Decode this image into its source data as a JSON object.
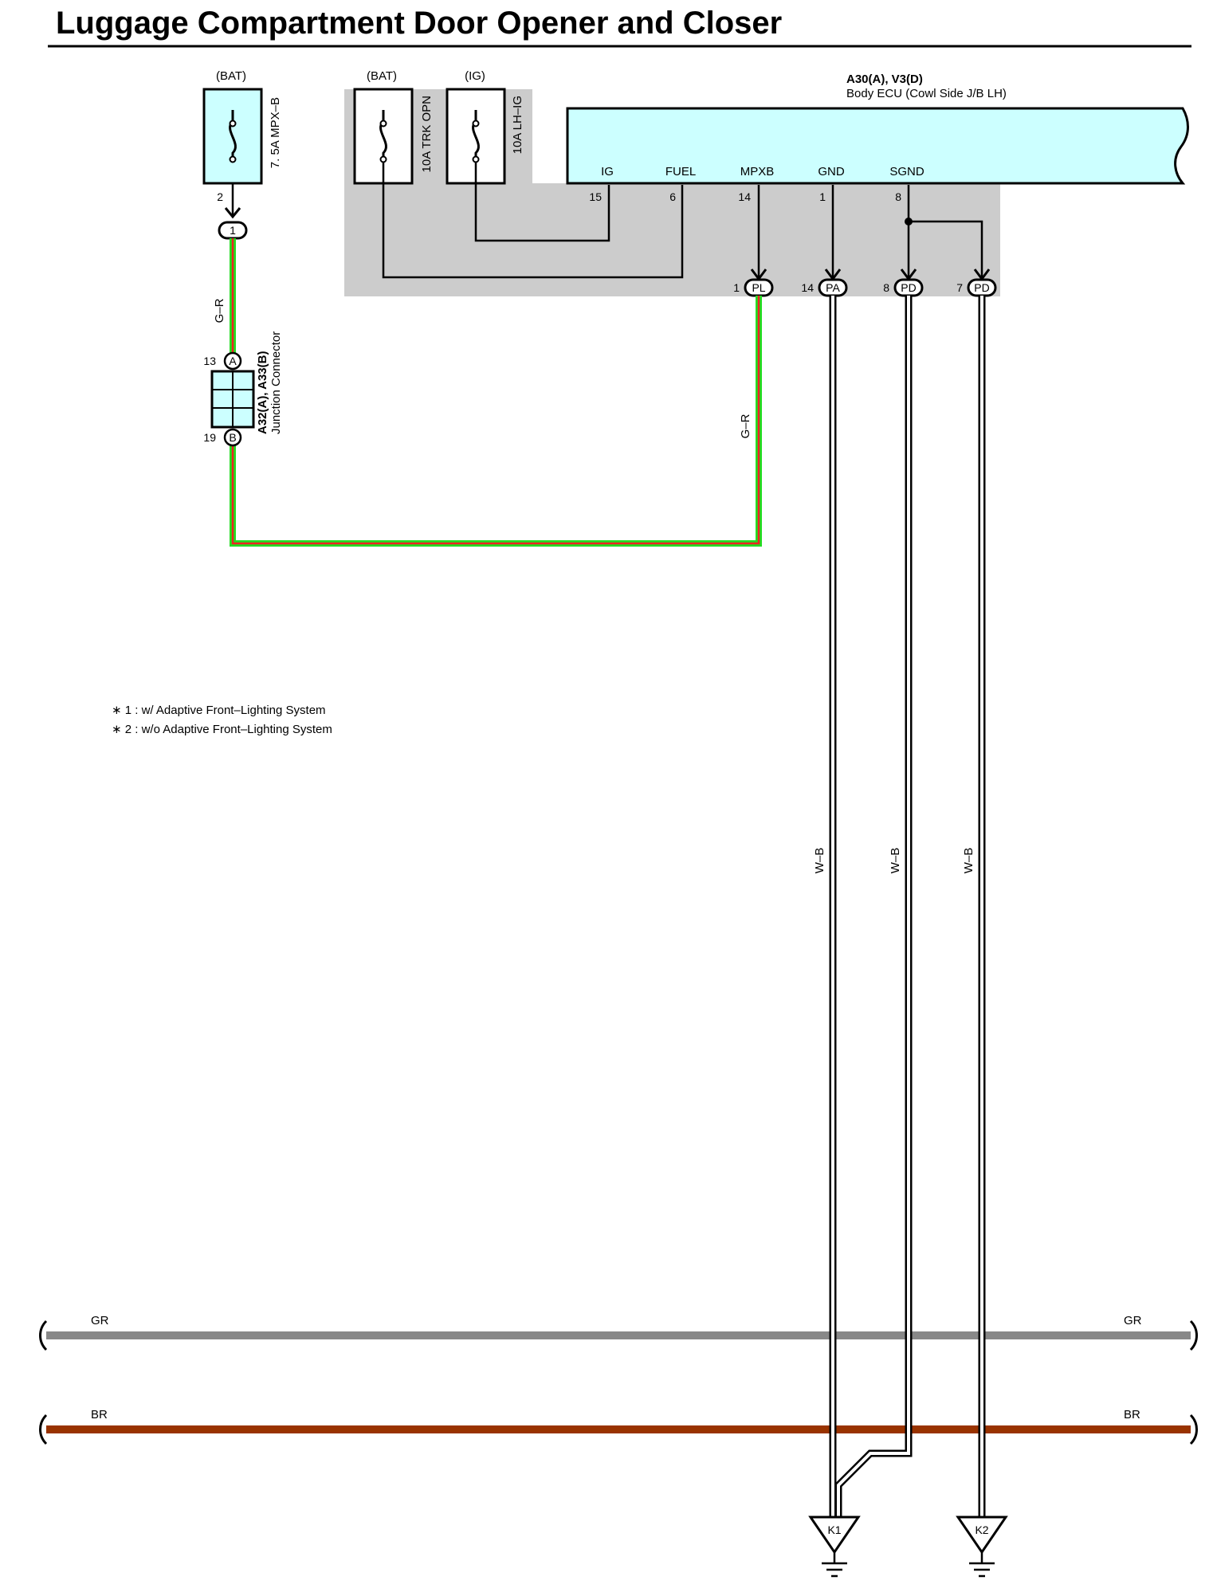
{
  "title": "Luggage Compartment Door Opener and Closer",
  "colors": {
    "ecu_fill": "#ccffff",
    "fuse_fill": "#ccffff",
    "jb_fill": "#cccccc",
    "wire_green": "#22dd22",
    "wire_red": "#ee2222",
    "bus_gray": "#888888",
    "bus_brown": "#993300"
  },
  "fuses": [
    {
      "source": "(BAT)",
      "name": "7. 5A MPX–B",
      "pin": "2",
      "connector": "1"
    },
    {
      "source": "(BAT)",
      "name": "10A TRK OPN"
    },
    {
      "source": "(IG)",
      "name": "10A LH–IG"
    }
  ],
  "ecu": {
    "code": "A30(A), V3(D)",
    "name": "Body ECU (Cowl Side J/B LH)",
    "terminals": [
      {
        "name": "IG",
        "pin": "15"
      },
      {
        "name": "FUEL",
        "pin": "6"
      },
      {
        "name": "MPXB",
        "pin": "14"
      },
      {
        "name": "GND",
        "pin": "1"
      },
      {
        "name": "SGND",
        "pin": "8"
      }
    ]
  },
  "connectors_out": [
    {
      "pin": "1",
      "code": "PL"
    },
    {
      "pin": "14",
      "code": "PA"
    },
    {
      "pin": "8",
      "code": "PD"
    },
    {
      "pin": "7",
      "code": "PD"
    }
  ],
  "junction": {
    "code": "A32(A), A33(B)",
    "name": "Junction Connector",
    "pin_top": "13",
    "code_top": "A",
    "pin_bottom": "19",
    "code_bottom": "B"
  },
  "wires": {
    "mpx_left": "G–R",
    "mpx_right": "G–R",
    "gnd_1": "W–B",
    "gnd_2": "W–B",
    "gnd_3": "W–B"
  },
  "notes": [
    "∗ 1 : w/ Adaptive Front–Lighting System",
    "∗ 2 : w/o Adaptive Front–Lighting System"
  ],
  "buses": [
    {
      "label": "GR"
    },
    {
      "label": "BR"
    }
  ],
  "grounds": [
    "K1",
    "K2"
  ]
}
